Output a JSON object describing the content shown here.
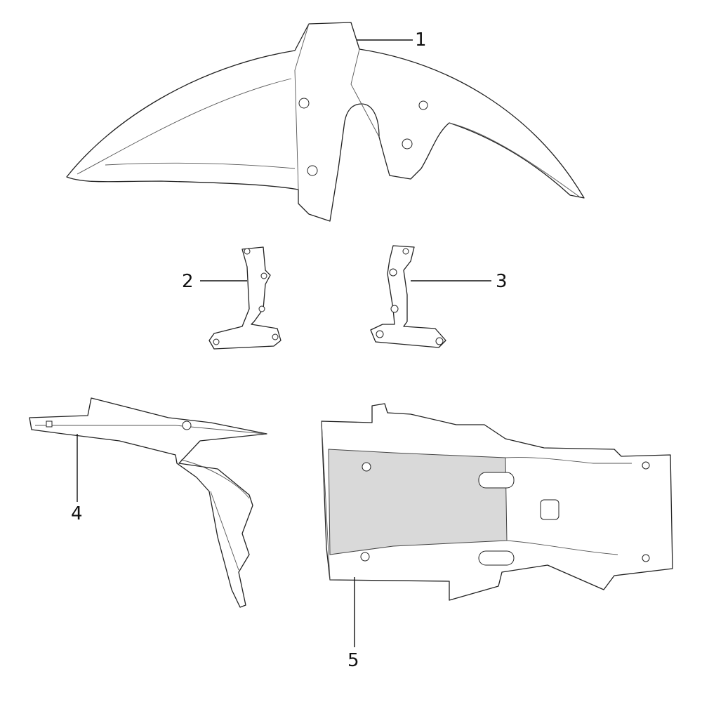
{
  "callouts": [
    {
      "number": "1",
      "part": "front-fender"
    },
    {
      "number": "2",
      "part": "left-fender-bracket"
    },
    {
      "number": "3",
      "part": "right-fender-bracket"
    },
    {
      "number": "4",
      "part": "rear-hugger"
    },
    {
      "number": "5",
      "part": "belly-pan"
    }
  ]
}
